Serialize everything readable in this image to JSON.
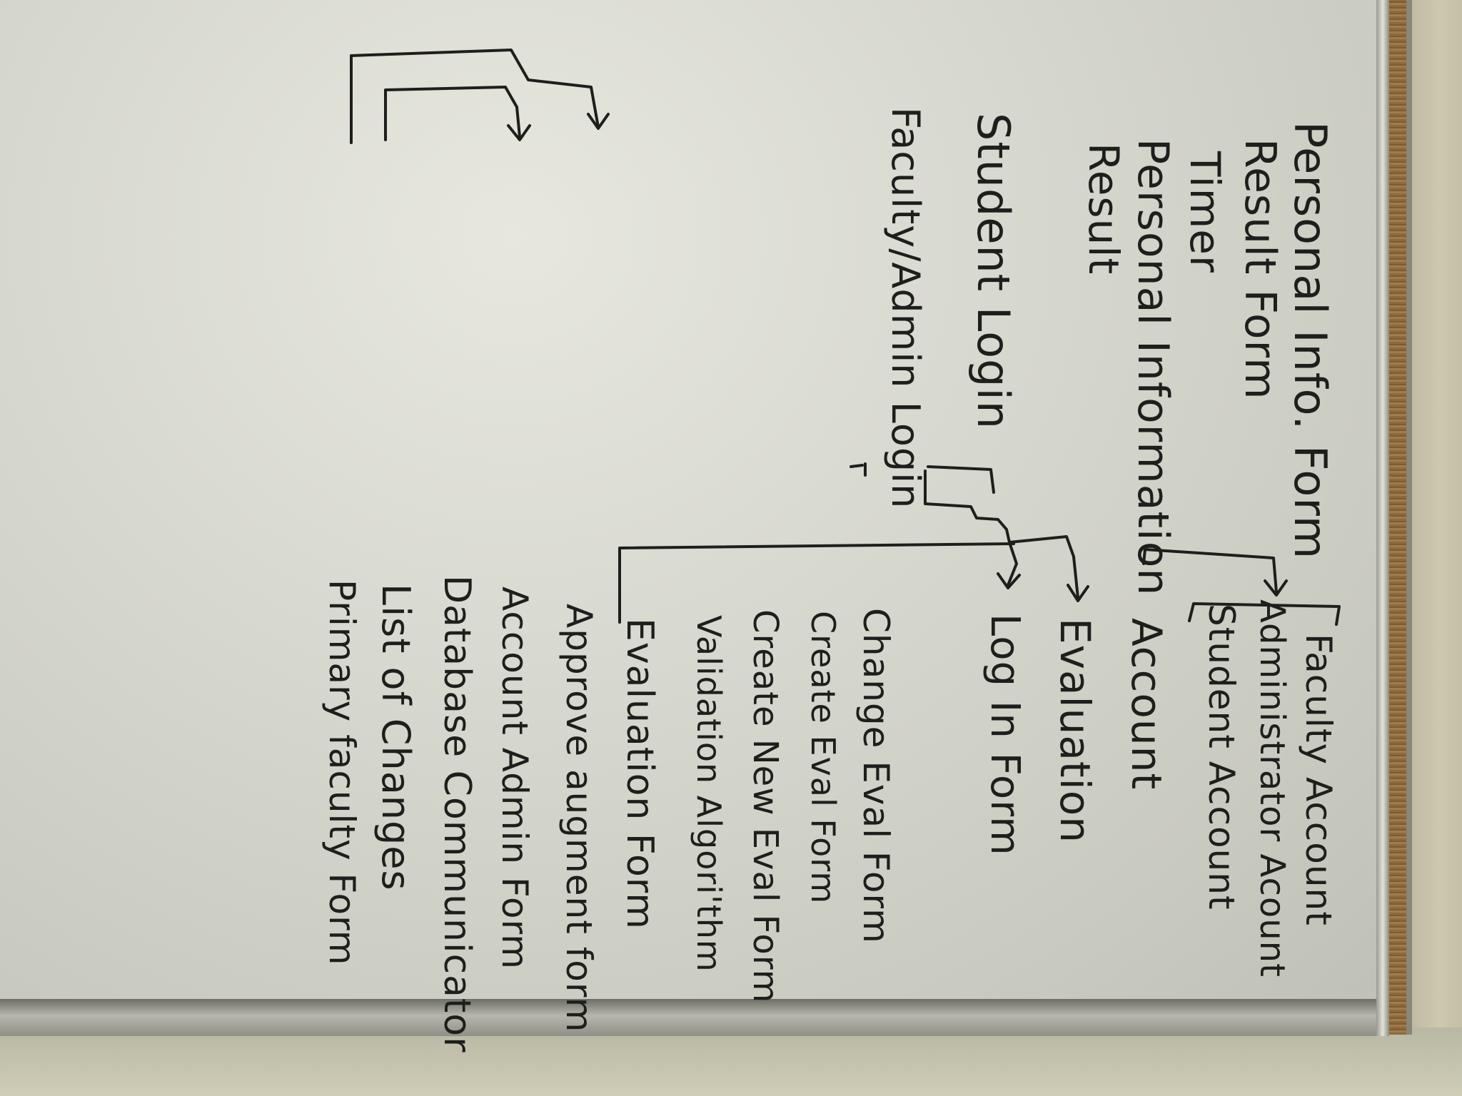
{
  "whiteboard": {
    "col1": {
      "personal_info_form": "Personal Info. Form",
      "result_form": "Result Form",
      "timer": "Timer",
      "personal_information": "Personal Information",
      "result": "Result"
    },
    "col2": {
      "student_login": "Student Login",
      "faculty_admin_login": "Faculty/Admin Login"
    },
    "accounts": {
      "faculty_account": "Faculty Account",
      "administrator_account": "Administrator Acount",
      "student_account": "Student Account",
      "account": "Account"
    },
    "forms": {
      "evaluation": "Evaluation",
      "log_in_form": "Log In Form",
      "change_eval_form": "Change Eval Form",
      "create_eval_form": "Create Eval Form",
      "create_new_eval_form": "Create New Eval Form",
      "validation_algorithm": "Validation Algori'thm",
      "evaluation_form": "Evaluation Form",
      "approve_augment_form": "Approve augment form",
      "account_admin_form": "Account Admin Form",
      "database_communicator": "Database Communicator",
      "list_of_changes": "List of Changes",
      "primary_faculty_form": "Primary faculty Form"
    }
  },
  "colors": {
    "board": "#dcdcd3",
    "ink": "#1e1e1c",
    "cork": "#8d6a3e",
    "tray": "#8f8f86"
  }
}
